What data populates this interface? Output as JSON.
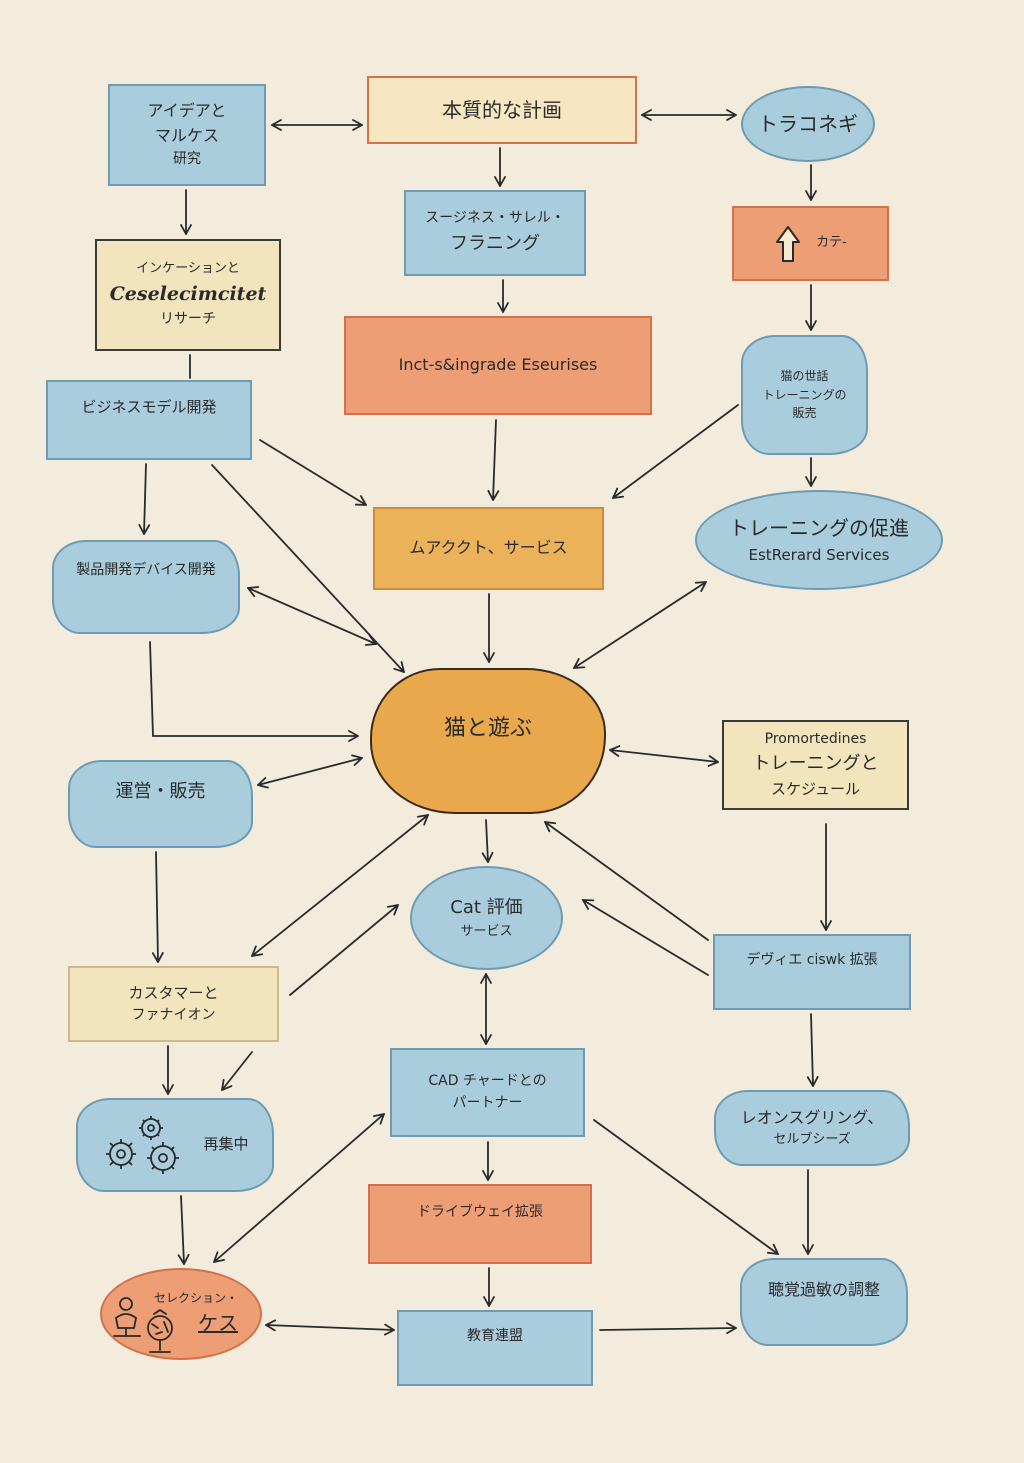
{
  "nodes": {
    "idea_market": [
      "アイデアと",
      "マルケス",
      "研究"
    ],
    "essential_plan": "本質的な計画",
    "toraconegi": "トラコネギ",
    "business_planning": [
      "スージネス・サレル・",
      "フラニング"
    ],
    "category": "カテ-",
    "incubation": [
      "インケーションと",
      "Ceselecimcitet",
      "リサーチ"
    ],
    "inct_services": "Inct-s&ingrade Eseurises",
    "cat_care": [
      "猫の世話",
      "トレーニングの",
      "販売"
    ],
    "business_model": "ビジネスモデル開発",
    "product_service": "ムアククト、サービス",
    "training_promo": [
      "トレーニングの促進",
      "EstRerard Services"
    ],
    "product_dev": "製品開発デバイス開発",
    "center": "猫と遊ぶ",
    "promo_schedule": [
      "Promortedines",
      "トレーニングと",
      "スケジュール"
    ],
    "operations": "運営・販売",
    "cat_eval": [
      "Cat 評価",
      "サービス"
    ],
    "device_ext": "デヴィエ ciswk 拡張",
    "customer_fan": [
      "カスタマーと",
      "ファナイオン"
    ],
    "cad_partner": [
      "CAD チャードとの",
      "パートナー"
    ],
    "regathering": "再集中",
    "reon": [
      "レオンスグリング、",
      "セルブシーズ"
    ],
    "drive_ext": "ドライブウェイ拡張",
    "selection": [
      "セレクション・",
      "ケス"
    ],
    "education": "教育連盟",
    "hearing": "聴覚過敏の調整"
  },
  "icons": {
    "category": "up-arrow-icon",
    "regathering": "gears-icon",
    "selection": "figures-icon"
  },
  "colors": {
    "background": "#f3ecdc",
    "blue": "#a9cddd",
    "orange": "#ee9e74",
    "amber": "#ebb25a",
    "cream": "#f2e4bc",
    "center": "#eaa84c",
    "line": "#2a2a2a"
  },
  "edges": [
    [
      "idea_market",
      "essential_plan",
      "both"
    ],
    [
      "essential_plan",
      "toraconegi",
      "both"
    ],
    [
      "essential_plan",
      "business_planning",
      "to"
    ],
    [
      "idea_market",
      "incubation",
      "to"
    ],
    [
      "toraconegi",
      "category",
      "to"
    ],
    [
      "business_planning",
      "inct_services",
      "to"
    ],
    [
      "category",
      "cat_care",
      "to"
    ],
    [
      "incubation",
      "business_model",
      "line"
    ],
    [
      "inct_services",
      "product_service",
      "to"
    ],
    [
      "cat_care",
      "product_service",
      "to"
    ],
    [
      "cat_care",
      "training_promo",
      "to"
    ],
    [
      "business_model",
      "product_service",
      "to"
    ],
    [
      "business_model",
      "product_dev",
      "to"
    ],
    [
      "business_model",
      "center",
      "to"
    ],
    [
      "product_service",
      "center",
      "to"
    ],
    [
      "training_promo",
      "center",
      "both"
    ],
    [
      "product_dev",
      "center",
      "both"
    ],
    [
      "product_dev",
      "center",
      "to"
    ],
    [
      "operations",
      "center",
      "both"
    ],
    [
      "center",
      "promo_schedule",
      "both"
    ],
    [
      "center",
      "cat_eval",
      "to"
    ],
    [
      "promo_schedule",
      "device_ext",
      "to"
    ],
    [
      "device_ext",
      "center",
      "to"
    ],
    [
      "device_ext",
      "cat_eval",
      "to"
    ],
    [
      "operations",
      "customer_fan",
      "to"
    ],
    [
      "center",
      "customer_fan",
      "both"
    ],
    [
      "customer_fan",
      "cat_eval",
      "to"
    ],
    [
      "cat_eval",
      "cad_partner",
      "both"
    ],
    [
      "customer_fan",
      "regathering",
      "to"
    ],
    [
      "device_ext",
      "reon",
      "to"
    ],
    [
      "cad_partner",
      "drive_ext",
      "to"
    ],
    [
      "cad_partner",
      "hearing",
      "to"
    ],
    [
      "reon",
      "hearing",
      "to"
    ],
    [
      "regathering",
      "selection",
      "to"
    ],
    [
      "cad_partner",
      "selection",
      "both"
    ],
    [
      "drive_ext",
      "education",
      "to"
    ],
    [
      "selection",
      "education",
      "both"
    ],
    [
      "education",
      "hearing",
      "to"
    ]
  ]
}
